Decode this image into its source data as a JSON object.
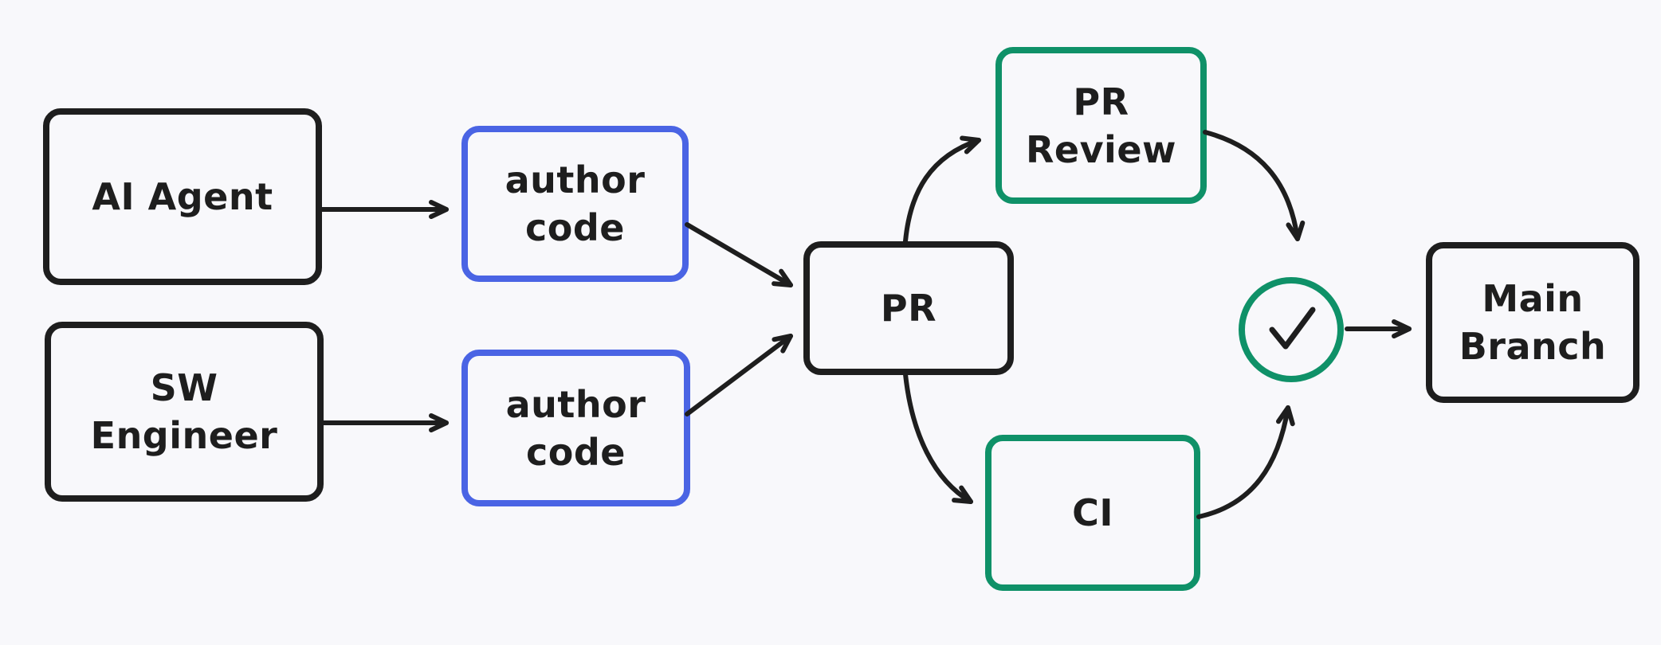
{
  "diagram": {
    "type": "flowchart",
    "colors": {
      "background": "#f8f8fb",
      "black": "#1e1e1e",
      "blue": "#4a64e4",
      "green": "#0f9168",
      "text": "#1e1e1e"
    },
    "nodes": {
      "ai_agent": {
        "label": "AI Agent",
        "lines": [
          "AI Agent"
        ],
        "border_color": "black"
      },
      "sw_engineer": {
        "label": "SW Engineer",
        "lines": [
          "SW",
          "Engineer"
        ],
        "border_color": "black"
      },
      "author_code_1": {
        "label": "author code",
        "lines": [
          "author",
          "code"
        ],
        "border_color": "blue"
      },
      "author_code_2": {
        "label": "author code",
        "lines": [
          "author",
          "code"
        ],
        "border_color": "blue"
      },
      "pr": {
        "label": "PR",
        "lines": [
          "PR"
        ],
        "border_color": "black"
      },
      "pr_review": {
        "label": "PR Review",
        "lines": [
          "PR",
          "Review"
        ],
        "border_color": "green"
      },
      "ci": {
        "label": "CI",
        "lines": [
          "CI"
        ],
        "border_color": "green"
      },
      "check": {
        "label": "",
        "icon": "checkmark",
        "border_color": "green"
      },
      "main_branch": {
        "label": "Main Branch",
        "lines": [
          "Main",
          "Branch"
        ],
        "border_color": "black"
      }
    },
    "edges": [
      {
        "from": "ai_agent",
        "to": "author_code_1",
        "style": "straight"
      },
      {
        "from": "sw_engineer",
        "to": "author_code_2",
        "style": "straight"
      },
      {
        "from": "author_code_1",
        "to": "pr",
        "style": "straight"
      },
      {
        "from": "author_code_2",
        "to": "pr",
        "style": "straight"
      },
      {
        "from": "pr",
        "to": "pr_review",
        "style": "curved"
      },
      {
        "from": "pr",
        "to": "ci",
        "style": "curved"
      },
      {
        "from": "pr_review",
        "to": "check",
        "style": "curved"
      },
      {
        "from": "ci",
        "to": "check",
        "style": "curved"
      },
      {
        "from": "check",
        "to": "main_branch",
        "style": "straight"
      }
    ]
  }
}
